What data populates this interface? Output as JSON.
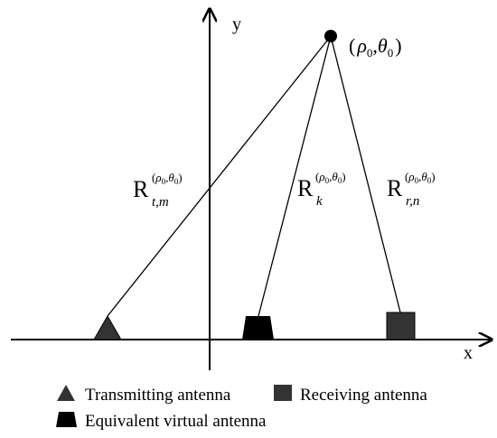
{
  "axes": {
    "x_label": "x",
    "y_label": "y"
  },
  "target": {
    "label_open": "(",
    "label_rho": "ρ",
    "label_rho_sub": "0",
    "label_comma": ",",
    "label_theta": "θ",
    "label_theta_sub": "0",
    "label_close": ")"
  },
  "ranges": {
    "sup_rho": "ρ",
    "sup_rho_sub": "0",
    "sup_comma": ",",
    "sup_theta": "θ",
    "sup_theta_sub": "0",
    "r_tm": {
      "base": "R",
      "sub": "t,m"
    },
    "r_k": {
      "base": "R",
      "sub": "k"
    },
    "r_rn": {
      "base": "R",
      "sub": "r,n"
    }
  },
  "legend": {
    "transmitting": "Transmitting antenna",
    "receiving": "Receiving antenna",
    "virtual": "Equivalent virtual antenna"
  },
  "colors": {
    "line": "#000000",
    "antenna_dark": "#333333",
    "virtual_fill": "#000000"
  }
}
